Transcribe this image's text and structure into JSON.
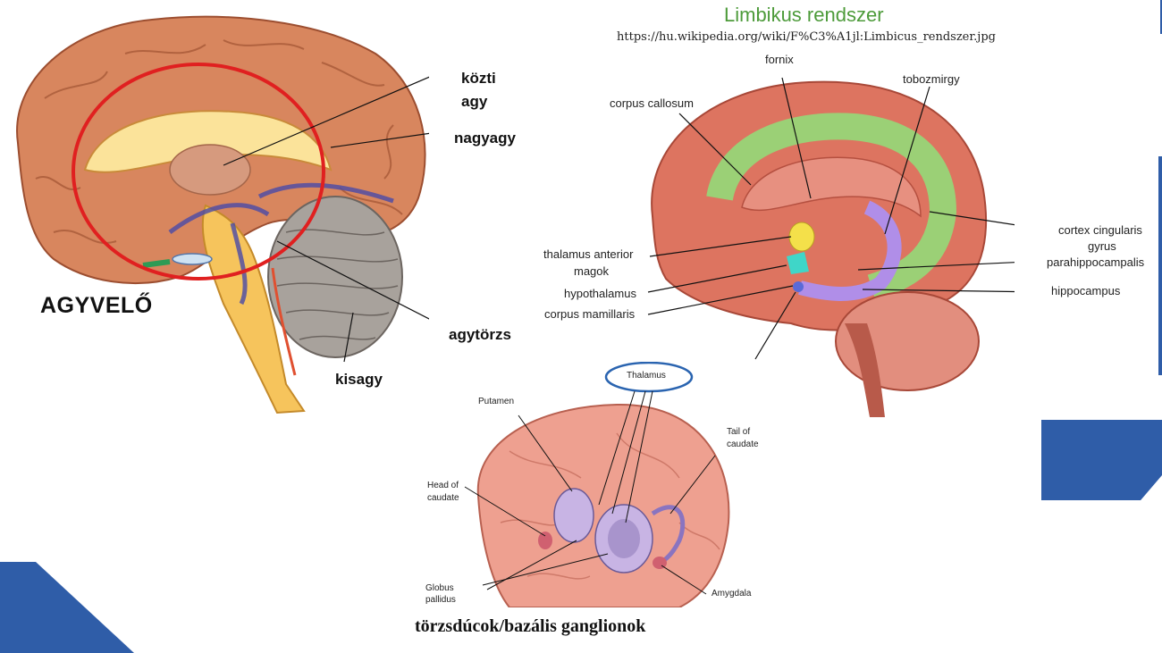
{
  "slide": {
    "title": "Limbikus rendszer",
    "source_url": "https://hu.wikipedia.org/wiki/F%C3%A1jl:Limbicus_rendszer.jpg",
    "caption_part1": "törzsdúcok/",
    "caption_part2": "bazális ganglionok"
  },
  "brain_diagram": {
    "main_label": "AGYVELŐ",
    "labels": {
      "kozti_agy_1": "közti",
      "kozti_agy_2": "agy",
      "nagyagy": "nagyagy",
      "agytorzs": "agytörzs",
      "kisagy": "kisagy"
    }
  },
  "limbic_diagram": {
    "labels": {
      "fornix": "fornix",
      "tobozmirgy": "tobozmirgy",
      "corpus_callosum": "corpus callosum",
      "thalamus_anterior_1": "thalamus anterior",
      "thalamus_anterior_2": "magok",
      "hypothalamus": "hypothalamus",
      "corpus_mamillaris": "corpus mamillaris",
      "cortex_cingularis": "cortex cingularis",
      "gyrus": "gyrus",
      "parahippocampalis": "parahippocampalis",
      "hippocampus": "hippocampus"
    }
  },
  "basal_diagram": {
    "labels": {
      "thalamus": "Thalamus",
      "putamen": "Putamen",
      "tail_of_caudate_1": "Tail of",
      "tail_of_caudate_2": "caudate",
      "head_of_caudate_1": "Head of",
      "head_of_caudate_2": "caudate",
      "globus_pallidus_1": "Globus",
      "globus_pallidus_2": "pallidus",
      "amygdala": "Amygdala"
    }
  },
  "colors": {
    "accent_blue": "#2f5da8",
    "title_green": "#4d9b3a",
    "highlight_red": "#e02020",
    "thalamus_ellipse": "#2a64b0"
  }
}
